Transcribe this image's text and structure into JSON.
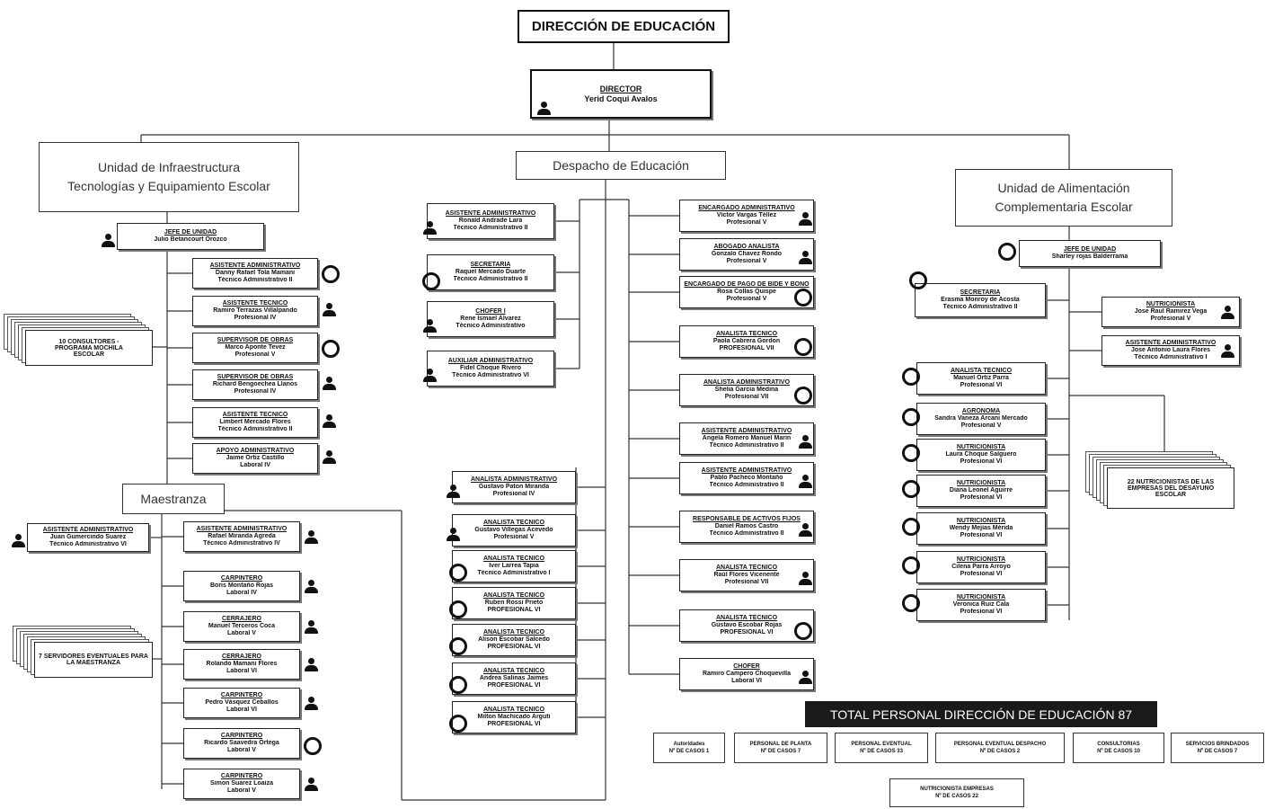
{
  "title": "DIRECCIÓN DE EDUCACIÓN",
  "director": {
    "role": "DIRECTOR",
    "name": "Yerid Coqui Avalos"
  },
  "units": {
    "infra": [
      "Unidad de Infraestructura",
      "Tecnologías y Equipamiento Escolar"
    ],
    "despacho": [
      "Despacho de Educación"
    ],
    "alimentacion": [
      "Unidad de Alimentación",
      "Complementaria Escolar"
    ],
    "maestranza": [
      "Maestranza"
    ]
  },
  "infra_head": [
    "JEFE DE UNIDAD",
    "Julio Betancourt Orozco"
  ],
  "alim_head": [
    "JEFE DE UNIDAD",
    "Sharley rojas Balderrama"
  ],
  "infra_staff": [
    [
      "ASISTENTE ADMINISTRATIVO",
      "Danny Rafael Tola Mamani",
      "Técnico Administrativo II"
    ],
    [
      "ASISTENTE TÉCNICO",
      "Ramiro Terrazas Villalpando",
      "Profesional IV"
    ],
    [
      "SUPERVISOR DE OBRAS",
      "Marco Aponte Tevez",
      "Profesional V"
    ],
    [
      "SUPERVISOR DE OBRAS",
      "Richard Bengoechea Llanos",
      "Profesional IV"
    ],
    [
      "ASISTENTE TÉCNICO",
      "Limbert Mercado Flores",
      "Técnico Administrativo II"
    ],
    [
      "APOYO ADMINISTRATIVO",
      "Jaime Ortiz Castillo",
      "Laboral IV"
    ]
  ],
  "infra_stack": [
    "10 CONSULTORES -",
    "PROGRAMA MOCHILA",
    "ESCOLAR"
  ],
  "maestranza_left": [
    "ASISTENTE ADMINISTRATIVO",
    "Juan Gumercindo Suarez",
    "Técnico Administrativo VI"
  ],
  "maestranza_staff": [
    [
      "ASISTENTE ADMINISTRATIVO",
      "Rafael Miranda Agreda",
      "Técnico Administrativo IV"
    ],
    [
      "CARPINTERO",
      "Boris Montaño Rojas",
      "Laboral IV"
    ],
    [
      "CERRAJERO",
      "Manuel Terceros Coca",
      "Laboral V"
    ],
    [
      "CERRAJERO",
      "Rolando Mamani Flores",
      "Laboral VI"
    ],
    [
      "CARPINTERO",
      "Pedro Vásquez Ceballos",
      "Laboral VI"
    ],
    [
      "CARPINTERO",
      "Ricardo Saavedra Ortega",
      "Laboral V"
    ],
    [
      "CARPINTERO",
      "Simon Suarez Loaiza",
      "Laboral V"
    ]
  ],
  "maestranza_stack": [
    "7 SERVIDORES EVENTUALES PARA",
    "LA MAESTRANZA"
  ],
  "despacho_left": [
    [
      "ASISTENTE ADMINISTRATIVO",
      "Ronald Andrade Lara",
      "Técnico Administrativo II"
    ],
    [
      "SECRETARIA",
      "Raquel Mercado Duarte",
      "Técnico Administrativo II"
    ],
    [
      "CHOFER I",
      "Rene Ismael Alvarez",
      "Técnico Administrativo"
    ],
    [
      "AUXILIAR ADMINISTRATIVO",
      "Fidel Choque Rivero",
      "Técnico Administrativo VI"
    ]
  ],
  "despacho_center": [
    [
      "ANALISTA ADMINISTRATIVO",
      "Gustavo Paton Miranda",
      "Profesional IV"
    ],
    [
      "ANALISTA TÉCNICO",
      "Gustavo Villegas Acevedo",
      "Profesional V"
    ],
    [
      "ANALISTA TÉCNICO",
      "Iver Larrea Tapia",
      "Técnico Administrativo I"
    ],
    [
      "ANALISTA TÉCNICO",
      "Ruben Rossi Prieto",
      "PROFESIONAL VI"
    ],
    [
      "ANALISTA TÉCNICO",
      "Alison Escobar Salcedo",
      "PROFESIONAL VI"
    ],
    [
      "ANALISTA TÉCNICO",
      "Andrea Salinas Jaimes",
      "PROFESIONAL VI"
    ],
    [
      "ANALISTA TÉCNICO",
      "Milton Machicado Arguti",
      "PROFESIONAL VI"
    ]
  ],
  "despacho_right": [
    [
      "ENCARGADO ADMINISTRATIVO",
      "Víctor Vargas Téllez",
      "Profesional V"
    ],
    [
      "ABOGADO ANALISTA",
      "Gonzalo Chavez Rondo",
      "Profesional V"
    ],
    [
      "ENCARGADO DE PAGO DE BIDE Y BONO",
      "Rosa Collas Quispe",
      "Profesional V"
    ],
    [
      "ANALISTA TÉCNICO",
      "Paola Cabrera Gordon",
      "PROFESIONAL VII"
    ],
    [
      "ANALISTA ADMINISTRATIVO",
      "Shelia García Medina",
      "Profesional VII"
    ],
    [
      "ASISTENTE ADMINISTRATIVO",
      "Angela Romero Manuel Marin",
      "Técnico Administrativo II"
    ],
    [
      "ASISTENTE ADMINISTRATIVO",
      "Pablo Pacheco Montaño",
      "Técnico Administrativo II"
    ],
    [
      "RESPONSABLE DE ACTIVOS FIJOS",
      "Daniel Ramos Castro",
      "Técnico Administrativo II"
    ],
    [
      "ANALISTA TÉCNICO",
      "Raúl Flores Vicenente",
      "Profesional VII"
    ],
    [
      "ANALISTA TÉCNICO",
      "Gustavo Escobar Rojas",
      "PROFESIONAL VI"
    ],
    [
      "CHOFER",
      "Ramiro Campero Choquevilla",
      "Laboral VI"
    ]
  ],
  "alim_left": [
    "SECRETARIA",
    "Erasma Monroy de Acosta",
    "Técnico Administrativo II"
  ],
  "alim_right": [
    [
      "NUTRICIONISTA",
      "Jose Raul Ramirez Vega",
      "Profesional V"
    ],
    [
      "ASISTENTE ADMINISTRATIVO",
      "Jose Antonio Laura Flores",
      "Técnico Administrativo I"
    ]
  ],
  "alim_staff": [
    [
      "ANALISTA TÉCNICO",
      "Manuel Ortiz Parra",
      "Profesional VI"
    ],
    [
      "AGRÓNOMA",
      "Sandra Vaneza Arcani Mercado",
      "Profesional V"
    ],
    [
      "NUTRICIONISTA",
      "Laura Choque Salguero",
      "Profesional VI"
    ],
    [
      "NUTRICIONISTA",
      "Diana Leonel Aguirre",
      "Profesional VI"
    ],
    [
      "NUTRICIONISTA",
      "Wendy Mejías Mérida",
      "Profesional VI"
    ],
    [
      "NUTRICIONISTA",
      "Cilena Parra Arroyo",
      "Profesional VI"
    ],
    [
      "NUTRICIONISTA",
      "Veronica Ruiz Cala",
      "Profesional VI"
    ]
  ],
  "alim_stack": [
    "22 NUTRICIONISTAS DE LAS",
    "EMPRESAS DEL DESAYUNO",
    "ESCOLAR"
  ],
  "total": "TOTAL PERSONAL DIRECCIÓN DE EDUCACIÓN 87",
  "counts": [
    [
      "Autoridades",
      "Nº DE CASOS 1"
    ],
    [
      "PERSONAL DE PLANTA",
      "Nº DE CASOS 7"
    ],
    [
      "PERSONAL EVENTUAL",
      "Nº DE CASOS 33"
    ],
    [
      "PERSONAL EVENTUAL DESPACHO",
      "Nº DE CASOS 2"
    ],
    [
      "CONSULTORIAS",
      "Nº DE CASOS 10"
    ],
    [
      "SERVICIOS BRINDADOS",
      "Nº DE CASOS 7"
    ]
  ],
  "count_extra": [
    "NUTRICIONISTA EMPRESAS",
    "Nº DE CASOS 22"
  ]
}
